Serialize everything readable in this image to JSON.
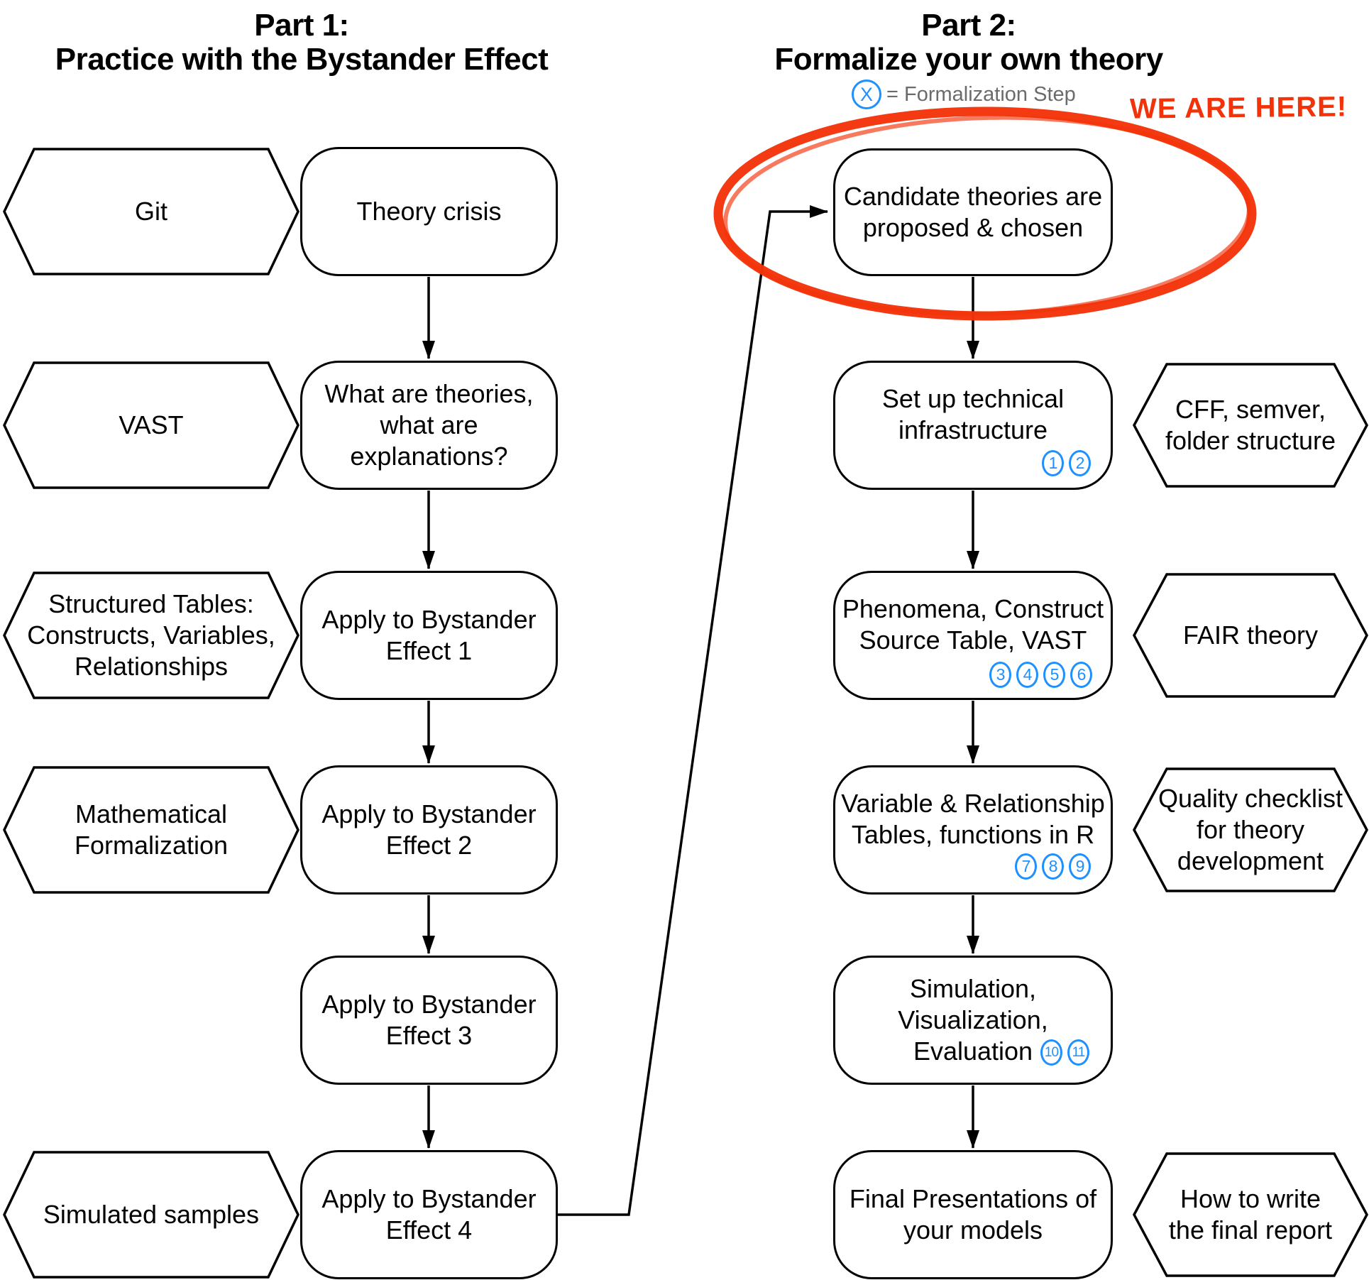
{
  "part1": {
    "title_lines": [
      "Part 1:",
      "Practice with the Bystander Effect"
    ],
    "rows": [
      {
        "hex_label": "Git",
        "box_label": "Theory crisis"
      },
      {
        "hex_label": "VAST",
        "box_label": "What are theories, what are explanations?"
      },
      {
        "hex_label": "Structured Tables: Constructs, Variables, Relationships",
        "box_label": "Apply to Bystander Effect 1"
      },
      {
        "hex_label": "Mathematical Formalization",
        "box_label": "Apply to Bystander Effect 2"
      },
      {
        "box_label": "Apply to Bystander Effect 3"
      },
      {
        "hex_label": "Simulated samples",
        "box_label": "Apply to Bystander Effect 4"
      }
    ]
  },
  "part2": {
    "title_lines": [
      "Part 2:",
      "Formalize your own theory"
    ],
    "legend": {
      "symbol": "X",
      "label": "= Formalization Step"
    },
    "annotation": "WE ARE HERE!",
    "rows": [
      {
        "box_label": "Candidate theories are proposed & chosen",
        "steps": []
      },
      {
        "box_label": "Set up technical infrastructure",
        "steps": [
          "1",
          "2"
        ],
        "hex_label": "CFF, semver, folder structure"
      },
      {
        "box_label": "Phenomena, Construct Source Table, VAST",
        "steps": [
          "3",
          "4",
          "5",
          "6"
        ],
        "hex_label": "FAIR theory"
      },
      {
        "box_label": "Variable & Relationship Tables, functions in R",
        "steps": [
          "7",
          "8",
          "9"
        ],
        "hex_label": "Quality checklist for theory development"
      },
      {
        "box_label": "Simulation, Visualization, Evaluation",
        "steps": [
          "10",
          "11"
        ]
      },
      {
        "box_label": "Final Presentations of your models",
        "steps": [],
        "hex_label": "How to write the final report"
      }
    ]
  },
  "colors": {
    "step_blue": "#1e90ff",
    "highlight_red": "#f23209",
    "legend_gray": "#6b6b6b",
    "line_black": "#000000"
  }
}
